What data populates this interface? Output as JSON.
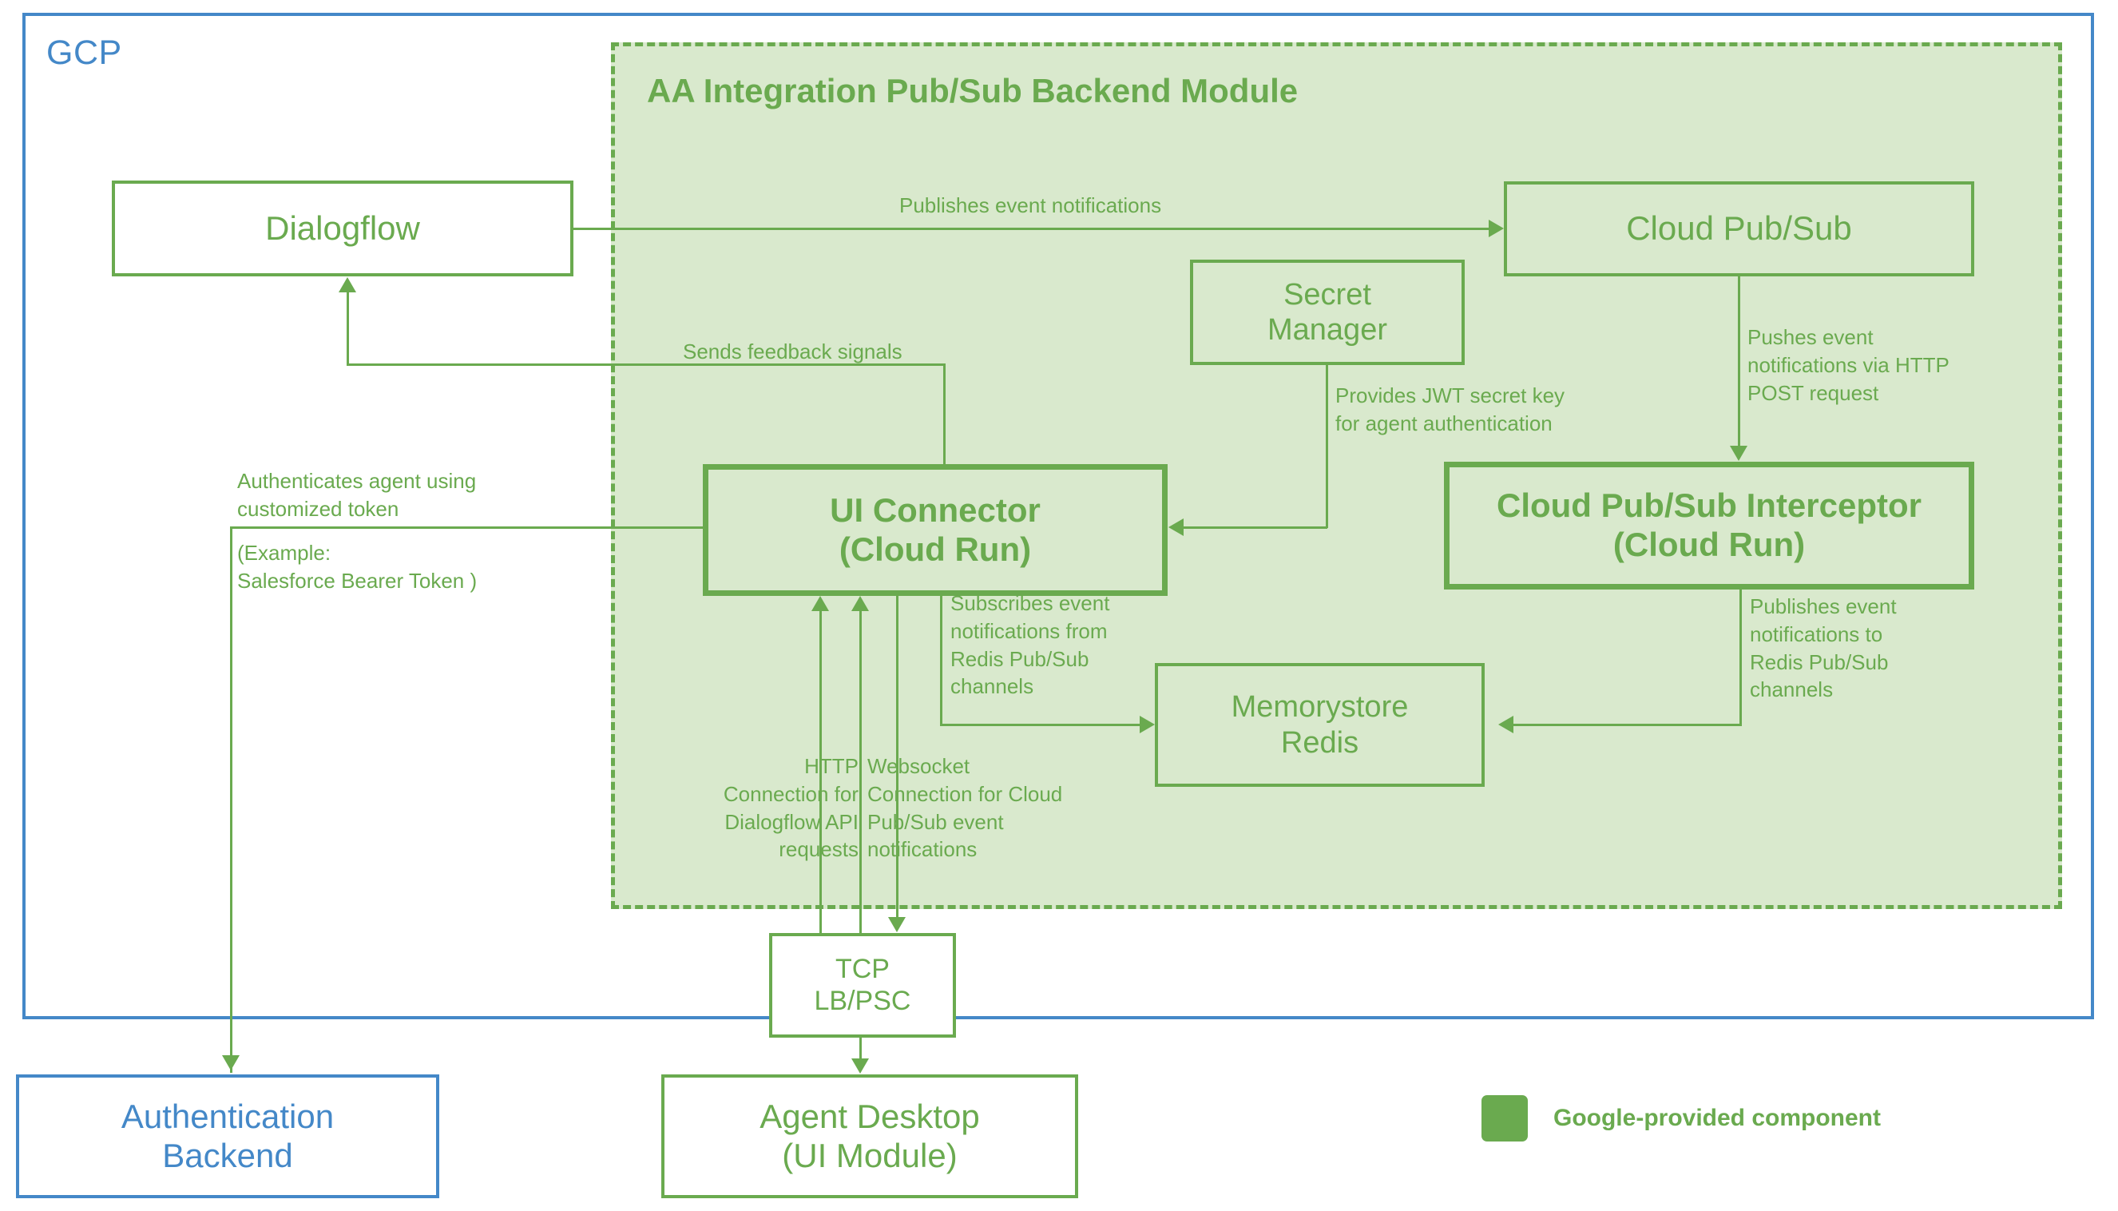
{
  "colors": {
    "google_green": "#6aaa4f",
    "module_fill": "#d9e9cd",
    "gcp_blue": "#4488c8",
    "white": "#ffffff"
  },
  "gcp": {
    "label": "GCP"
  },
  "module": {
    "title": "AA Integration Pub/Sub Backend Module"
  },
  "nodes": {
    "dialogflow": "Dialogflow",
    "cloud_pubsub": "Cloud Pub/Sub",
    "secret_manager": "Secret\nManager",
    "ui_connector": "UI Connector\n(Cloud Run)",
    "interceptor": "Cloud Pub/Sub Interceptor\n(Cloud Run)",
    "memorystore_redis": "Memorystore\nRedis",
    "tcp_lb_psc": "TCP\nLB/PSC",
    "auth_backend": "Authentication\nBackend",
    "agent_desktop": "Agent Desktop\n(UI Module)"
  },
  "edges": {
    "publishes_event_notifications": "Publishes event notifications",
    "sends_feedback_signals": "Sends feedback signals",
    "provides_jwt": "Provides JWT secret key\nfor agent authentication",
    "pushes_event_http_post": "Pushes event\nnotifications via HTTP\nPOST request",
    "subscribes_redis": "Subscribes event\nnotifications from\nRedis Pub/Sub\nchannels",
    "publishes_to_redis": "Publishes event\nnotifications to\nRedis Pub/Sub\nchannels",
    "http_connection": "HTTP\nConnection for\nDialogflow API\nrequests",
    "websocket_connection": "Websocket\nConnection for Cloud\nPub/Sub event\nnotifications",
    "authenticates_agent": "Authenticates agent using\ncustomized token",
    "authenticates_example": "(Example:\nSalesforce Bearer Token )"
  },
  "legend": {
    "swatch_color": "#6aaa4f",
    "label": "Google-provided component"
  }
}
